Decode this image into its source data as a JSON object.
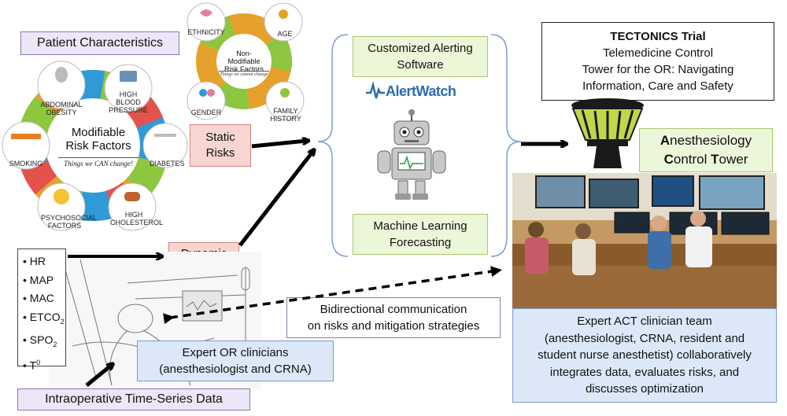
{
  "patient_characteristics": "Patient Characteristics",
  "modifiable": {
    "title_line1": "Modifiable",
    "title_line2": "Risk Factors",
    "subtitle": "Things we CAN change!",
    "petals": {
      "abdominal_obesity": "ABDOMINAL OBESITY",
      "high_blood_pressure": "HIGH BLOOD PRESSURE",
      "smoking": "SMOKING",
      "diabetes": "DIABETES",
      "psychosocial_factors": "PSYCHOSOCIAL FACTORS",
      "high_cholesterol": "HIGH CHOLESTEROL"
    }
  },
  "non_modifiable": {
    "title": "Non-Modifiable Risk Factors",
    "subtitle": "Things we cannot change",
    "petals": {
      "ethnicity": "ETHNICITY",
      "age": "AGE",
      "gender": "GENDER",
      "family_history": "FAMILY HISTORY"
    }
  },
  "static_risks": "Static Risks",
  "dynamic_risks": "Dynamic Risks",
  "vitals": [
    "HR",
    "MAP",
    "MAC",
    "ETCO",
    "SPO",
    "T"
  ],
  "intraop": "Intraoperative Time-Series Data",
  "expert_or": {
    "line1": "Expert OR clinicians",
    "line2": "(anesthesiologist and CRNA)"
  },
  "bidirectional": {
    "line1": "Bidirectional communication",
    "line2": "on risks and mitigation strategies"
  },
  "alerting": {
    "line1": "Customized Alerting",
    "line2": "Software"
  },
  "alertwatch_logo": "AlertWatch",
  "ml": {
    "line1": "Machine Learning",
    "line2": "Forecasting"
  },
  "tectonics": {
    "title": "TECTONICS Trial",
    "line1": "Telemedicine Control",
    "line2": "Tower for the OR: Navigating",
    "line3": "Information, Care and Safety"
  },
  "act": {
    "line1": "Anesthesiology",
    "line2": "Control Tower"
  },
  "act_team": {
    "line1": "Expert ACT clinician team",
    "line2": "(anesthesiologist, CRNA, resident and",
    "line3": "student nurse anesthetist) collaboratively",
    "line4": "integrates data, evaluates risks, and",
    "line5": "discusses optimization"
  },
  "icons": [
    "patient-sketch-image",
    "robot-icon",
    "control-tower-icon",
    "control-room-photo"
  ],
  "colors": {
    "purple_fill": "#ece6f6",
    "green_fill": "#ecf6d9",
    "red_fill": "#f7d6d2",
    "blue_fill": "#dce8f8",
    "tower_green": "#c2d64a"
  }
}
